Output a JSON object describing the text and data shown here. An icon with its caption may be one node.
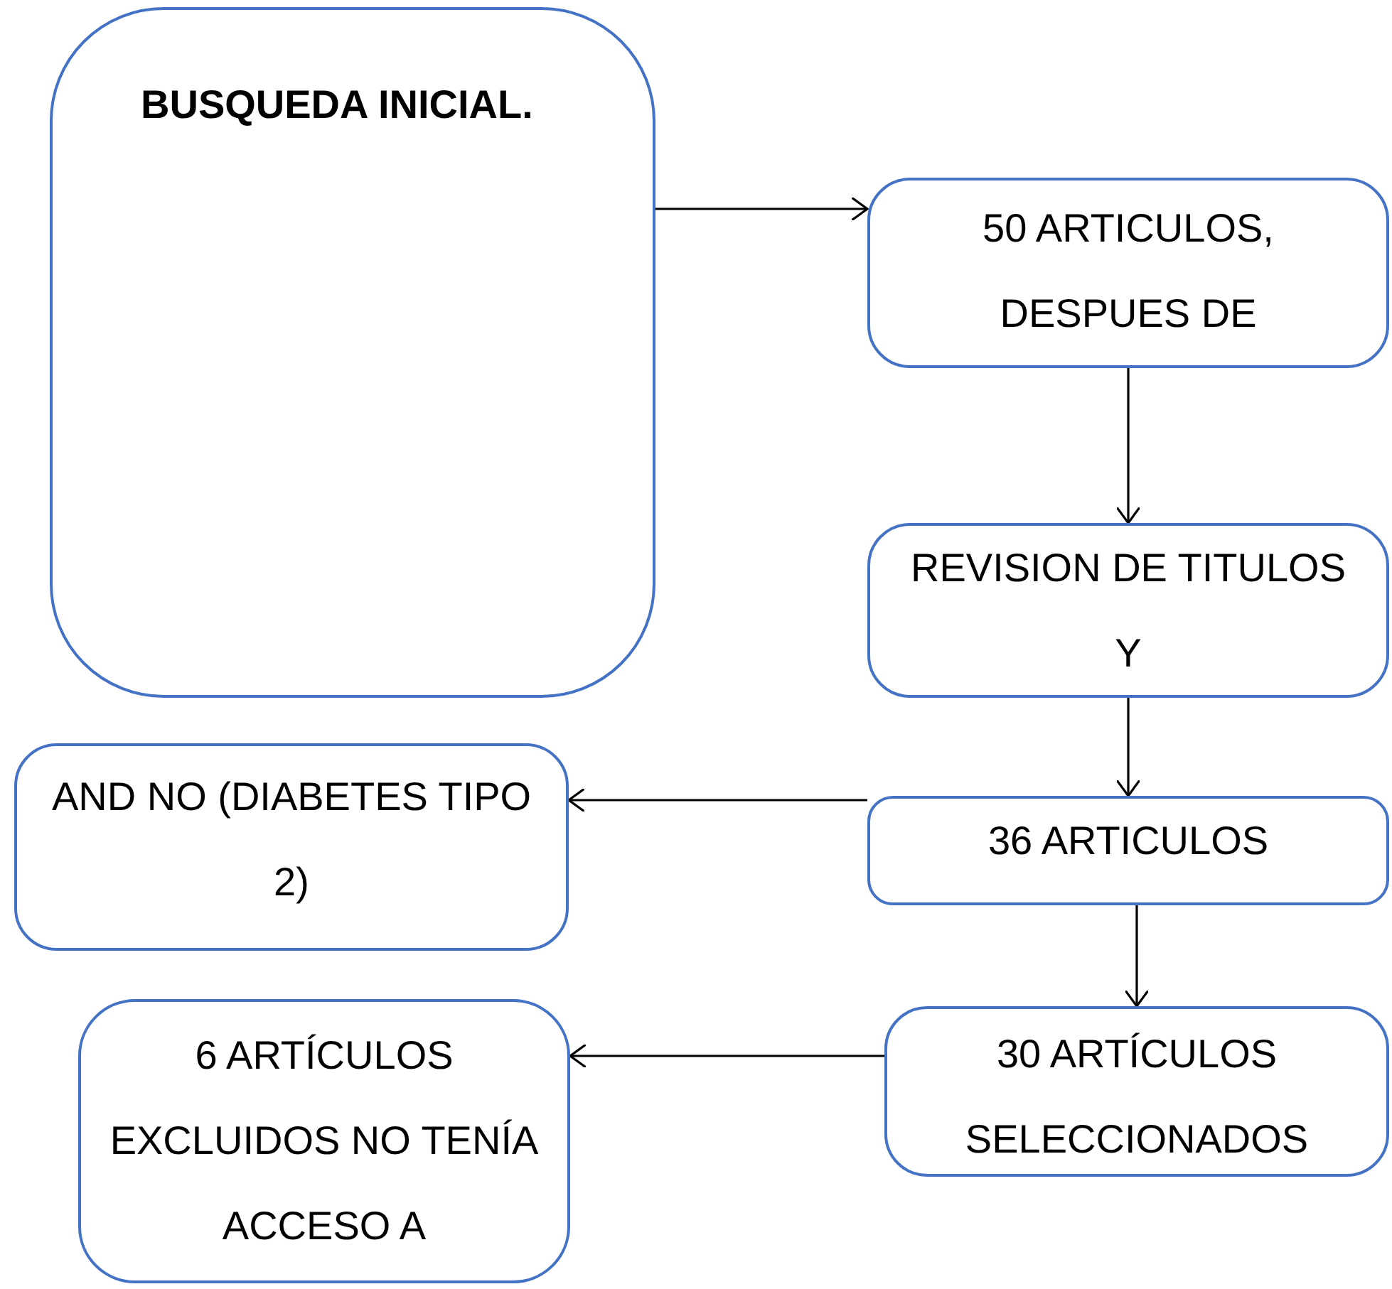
{
  "diagram": {
    "nodes": [
      {
        "text": [
          "BUSQUEDA INICIAL."
        ]
      },
      {
        "text": [
          "50 ARTICULOS, DESPUES DE"
        ]
      },
      {
        "text": [
          "REVISION DE TITULOS Y"
        ]
      },
      {
        "text": [
          "AND NO (DIABETES TIPO 2)"
        ]
      },
      {
        "text": [
          "36 ARTICULOS"
        ]
      },
      {
        "text": [
          "6 ARTÍCULOS EXCLUIDOS NO TENÍA ACCESO A"
        ]
      },
      {
        "text": [
          "30 ARTÍCULOS SELECCIONADOS"
        ]
      }
    ],
    "edges": [
      {
        "from": 0,
        "to": 1,
        "arrow": "to"
      },
      {
        "from": 1,
        "to": 2,
        "arrow": "to"
      },
      {
        "from": 2,
        "to": 4,
        "arrow": "to"
      },
      {
        "from": 4,
        "to": 3,
        "arrow": "to"
      },
      {
        "from": 4,
        "to": 6,
        "arrow": "to"
      },
      {
        "from": 6,
        "to": 5,
        "arrow": "to"
      }
    ]
  }
}
